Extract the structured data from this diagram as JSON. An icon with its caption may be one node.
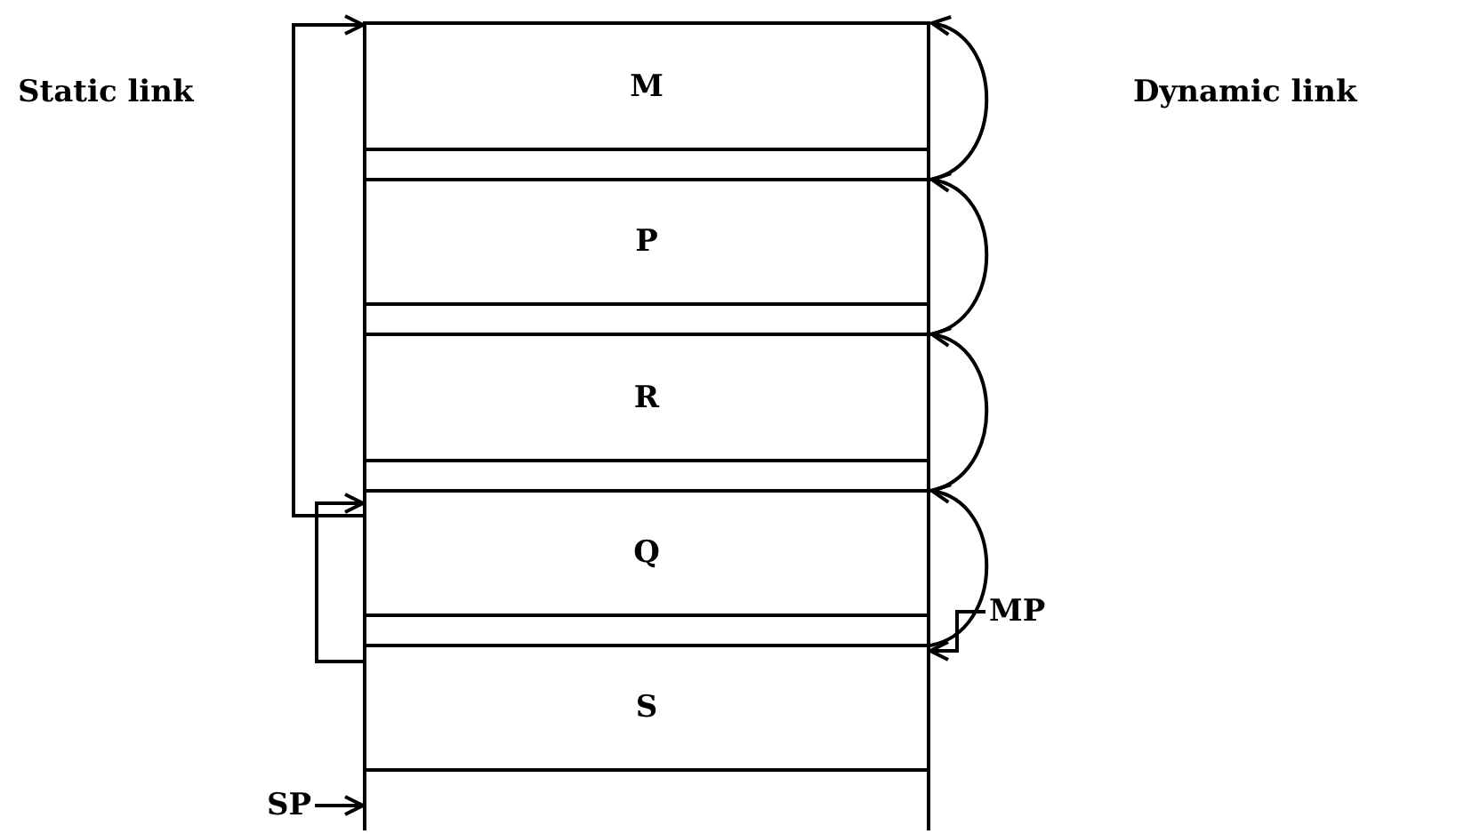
{
  "diagram": {
    "nodes": [
      {
        "text": [
          "M"
        ]
      },
      {
        "text": [],
        "shape": "box"
      },
      {
        "text": [
          "P"
        ]
      },
      {
        "text": [],
        "shape": "box"
      },
      {
        "text": [
          "R"
        ]
      },
      {
        "text": [],
        "shape": "box"
      },
      {
        "text": [
          "Q"
        ]
      },
      {
        "text": [],
        "shape": "box"
      },
      {
        "text": [
          "S"
        ]
      },
      {
        "text": [],
        "shape": "box"
      },
      {
        "text": [
          "MP"
        ]
      },
      {
        "text": [
          "SP"
        ]
      }
    ],
    "edges": [
      {
        "from": 6,
        "to": 0,
        "arrow": "to"
      },
      {
        "from": 8,
        "to": 6,
        "arrow": "to"
      },
      {
        "from": 2,
        "to": 0,
        "arrow": "to"
      },
      {
        "from": 4,
        "to": 2,
        "arrow": "to"
      },
      {
        "from": 6,
        "to": 4,
        "arrow": "to"
      },
      {
        "from": 8,
        "to": 6,
        "arrow": "to"
      },
      {
        "from": 10,
        "to": 8,
        "arrow": "to"
      },
      {
        "from": 11,
        "to": 9,
        "arrow": "to"
      }
    ],
    "labels": [
      "Static link",
      "Dynamic link"
    ]
  }
}
